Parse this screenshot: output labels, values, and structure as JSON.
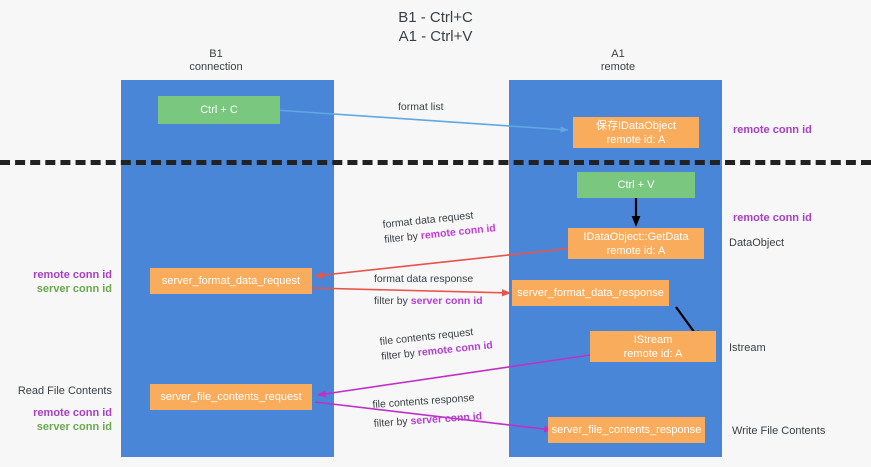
{
  "title": {
    "line1": "B1 - Ctrl+C",
    "line2": "A1 - Ctrl+V"
  },
  "columns": [
    {
      "name": "B1",
      "role": "connection"
    },
    {
      "name": "A1",
      "role": "remote"
    }
  ],
  "boxes": {
    "ctrl_c": {
      "label": "Ctrl + C"
    },
    "save_idataobject": {
      "line1": "保存IDataObject",
      "line2": "remote id: A"
    },
    "ctrl_v": {
      "label": "Ctrl + V"
    },
    "getdata": {
      "line1": "IDataObject::GetData",
      "line2": "remote id: A"
    },
    "server_format_data_request": {
      "label": "server_format_data_request"
    },
    "server_format_data_response": {
      "label": "server_format_data_response"
    },
    "istream": {
      "line1": "IStream",
      "line2": "remote id: A"
    },
    "server_file_contents_request": {
      "label": "server_file_contents_request"
    },
    "server_file_contents_response": {
      "label": "server_file_contents_response"
    }
  },
  "edge_labels": {
    "format_list": {
      "text": "format list"
    },
    "format_data_request": {
      "line1": "format data request",
      "line2_prefix": "filter by ",
      "line2_key": "remote conn id"
    },
    "format_data_response": {
      "line1": "format data response",
      "line2_prefix": "filter by ",
      "line2_key": "server conn id"
    },
    "file_contents_request": {
      "line1": "file contents request",
      "line2_prefix": "filter by ",
      "line2_key": "remote conn id"
    },
    "file_contents_response": {
      "line1": "file contents response",
      "line2_prefix": "filter by ",
      "line2_key": "server conn id"
    }
  },
  "annotations": {
    "right_top": {
      "text": "remote conn id"
    },
    "right_mid": {
      "text": "remote conn id"
    },
    "right_dataobject": {
      "text": "DataObject"
    },
    "right_istream": {
      "text": "Istream"
    },
    "right_write": {
      "text": "Write File Contents"
    },
    "left_mid": {
      "line1": "remote conn id",
      "line2": "server conn id"
    },
    "left_read": {
      "title": "Read File Contents",
      "line1": "remote conn id",
      "line2": "server conn id"
    }
  },
  "colors": {
    "lane": "#4a86d8",
    "green": "#7ac77f",
    "orange": "#f8ac5c",
    "purple": "#a63fc4",
    "green_text": "#6aa84f",
    "red_arrow": "#e8534a",
    "magenta_arrow": "#c030c8",
    "blue_arrow": "#5fa8e0",
    "black_arrow": "#000000",
    "background": "#f7f7f7"
  }
}
